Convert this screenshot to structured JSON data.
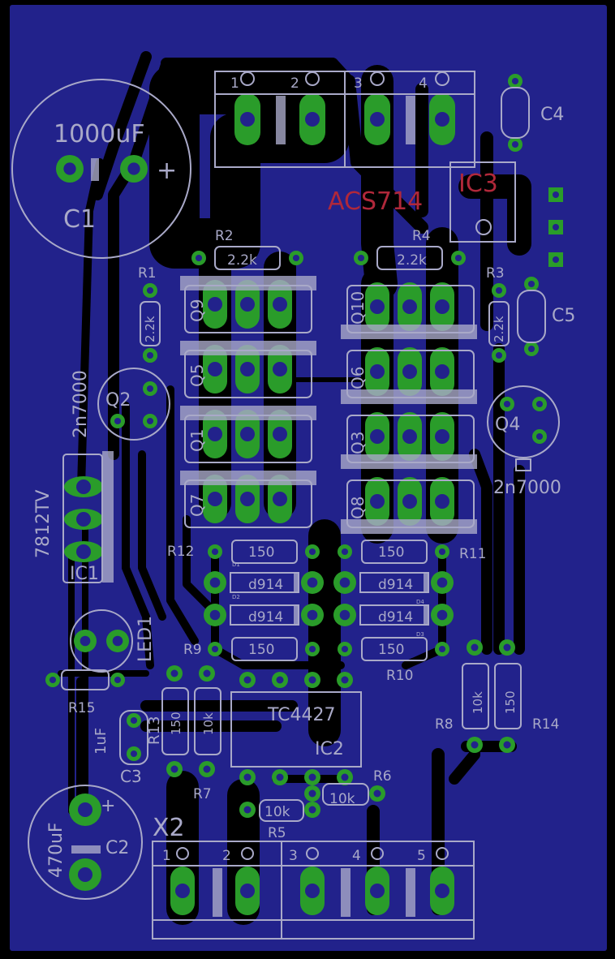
{
  "colors": {
    "background": "#000000",
    "copper_pour": "#22228b",
    "pad": "#2a9c2a",
    "silkscreen": "#a9a9c8",
    "document_layer": "#b0283a"
  },
  "components": {
    "C1": {
      "ref": "C1",
      "value": "1000uF",
      "polarity": "+"
    },
    "C2": {
      "ref": "C2",
      "value": "470uF",
      "polarity": "+"
    },
    "C3": {
      "ref": "C3",
      "value": "1uF"
    },
    "C4": {
      "ref": "C4"
    },
    "C5": {
      "ref": "C5"
    },
    "IC1": {
      "ref": "IC1",
      "value": "7812TV"
    },
    "IC2": {
      "ref": "IC2",
      "value": "TC4427"
    },
    "IC3": {
      "ref": "IC3",
      "value": "ACS714"
    },
    "Q2": {
      "ref": "Q2",
      "value": "2n7000"
    },
    "Q4": {
      "ref": "Q4",
      "value": "2n7000"
    },
    "LED1": {
      "ref": "LED1"
    },
    "transistors": [
      "Q9",
      "Q5",
      "Q1",
      "Q7",
      "Q10",
      "Q6",
      "Q3",
      "Q8"
    ],
    "resistors": {
      "R1": {
        "ref": "R1",
        "value": "2.2k"
      },
      "R2": {
        "ref": "R2",
        "value": "2.2k"
      },
      "R3": {
        "ref": "R3",
        "value": "2.2k"
      },
      "R4": {
        "ref": "R4",
        "value": "2.2k"
      },
      "R5": {
        "ref": "R5",
        "value": "10k"
      },
      "R6": {
        "ref": "R6",
        "value": "10k"
      },
      "R7": {
        "ref": "R7",
        "value": "10k"
      },
      "R8": {
        "ref": "R8",
        "value": "10k"
      },
      "R9": {
        "ref": "R9",
        "value": "150"
      },
      "R10": {
        "ref": "R10",
        "value": "150"
      },
      "R11": {
        "ref": "R11",
        "value": "150"
      },
      "R12": {
        "ref": "R12",
        "value": "150"
      },
      "R13": {
        "ref": "R13",
        "value": "150"
      },
      "R14": {
        "ref": "R14",
        "value": "150"
      },
      "R15": {
        "ref": "R15"
      }
    },
    "diodes": {
      "D1": {
        "ref": "D1",
        "value": "d914"
      },
      "D2": {
        "ref": "D2",
        "value": "d914"
      },
      "D3": {
        "ref": "D3",
        "value": "d914"
      },
      "D4": {
        "ref": "D4",
        "value": "d914"
      }
    },
    "X1": {
      "pins": [
        "1",
        "2",
        "3",
        "4"
      ]
    },
    "X2": {
      "ref": "X2",
      "pins": [
        "1",
        "2",
        "3",
        "4",
        "5"
      ]
    }
  }
}
